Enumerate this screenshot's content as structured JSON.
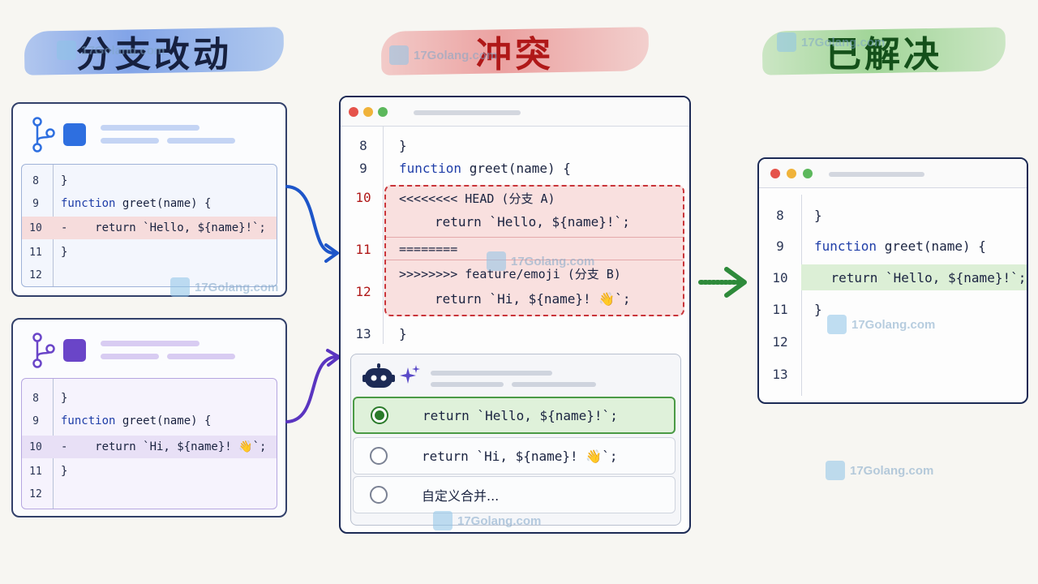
{
  "titles": {
    "branch_changes": "分支改动",
    "conflict": "冲突",
    "resolved": "已解决"
  },
  "colors": {
    "branch_a": "#2e6fe0",
    "branch_b": "#6a45c8",
    "conflict_red": "#b01818",
    "resolved_green": "#14501a",
    "frame_navy": "#1c2a55"
  },
  "icons": {
    "branch": "git-branch-icon",
    "assistant": "robot-icon",
    "sparkle": "sparkle-icon",
    "arrow": "arrow-right-icon"
  },
  "branch_a": {
    "lines": [
      {
        "num": "8",
        "code": "}"
      },
      {
        "num": "9",
        "kw": "function",
        "code": " greet(name) {"
      },
      {
        "num": "10",
        "code": "-    return `Hello, ${name}!`;"
      },
      {
        "num": "11",
        "code": "}"
      },
      {
        "num": "12",
        "code": ""
      }
    ]
  },
  "branch_b": {
    "lines": [
      {
        "num": "8",
        "code": "}"
      },
      {
        "num": "9",
        "kw": "function",
        "code": " greet(name) {"
      },
      {
        "num": "10",
        "code": "-    return `Hi, ${name}! 👋`;"
      },
      {
        "num": "11",
        "code": "}"
      },
      {
        "num": "12",
        "code": ""
      }
    ]
  },
  "conflict_editor": {
    "line8_num": "8",
    "line8_code": "}",
    "line9_num": "9",
    "line9_kw": "function",
    "line9_code": " greet(name) {",
    "line10_num": "10",
    "head_marker": "<<<<<<<< HEAD (分支 A)",
    "head_code": "return `Hello, ${name}!`;",
    "line11_num": "11",
    "separator": "========",
    "feature_marker": ">>>>>>>> feature/emoji (分支 B)",
    "line12_num": "12",
    "feature_code": "return `Hi, ${name}! 👋`;",
    "line13_num": "13",
    "line13_code": "}"
  },
  "ai_options": [
    {
      "label": "return `Hello, ${name}!`;",
      "selected": true
    },
    {
      "label": "return `Hi, ${name}! 👋`;",
      "selected": false
    },
    {
      "label": "自定义合并...",
      "selected": false
    }
  ],
  "resolved_editor": {
    "lines": [
      {
        "num": "8",
        "code": "}"
      },
      {
        "num": "9",
        "kw": "function",
        "code": " greet(name) {"
      },
      {
        "num": "10",
        "code": "    return `Hello, ${name}!`;"
      },
      {
        "num": "11",
        "code": "}"
      },
      {
        "num": "12",
        "code": ""
      },
      {
        "num": "13",
        "code": ""
      }
    ]
  },
  "watermark": "17Golang.com"
}
